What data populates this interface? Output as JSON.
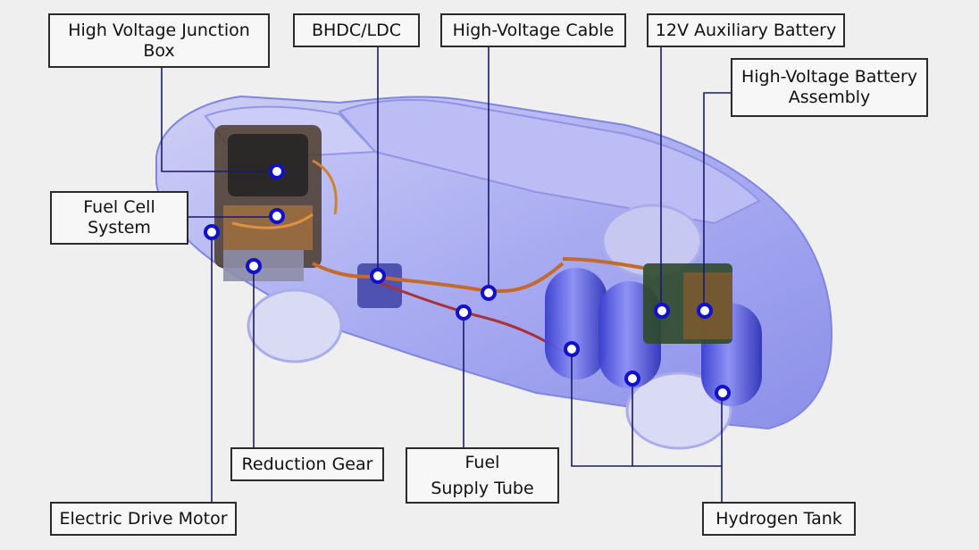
{
  "labels": {
    "hv_junction_box": [
      "High Voltage Junction",
      "Box"
    ],
    "bhdc_ldc": "BHDC/LDC",
    "hv_cable": "High-Voltage Cable",
    "aux_battery": "12V Auxiliary Battery",
    "hv_battery": [
      "High-Voltage Battery",
      "Assembly"
    ],
    "fuel_cell": [
      "Fuel Cell",
      "System"
    ],
    "reduction_gear": "Reduction Gear",
    "fuel_supply_tube": [
      "Fuel",
      "Supply Tube"
    ],
    "drive_motor": "Electric Drive Motor",
    "hydrogen_tank": "Hydrogen Tank"
  },
  "colors": {
    "car_body": "#8a8df0",
    "car_body_dark": "#4b4fd6",
    "marker_ring": "#1111cc",
    "marker_fill": "#ffffff",
    "leader_line": "#1a1a6e",
    "label_border": "#2b2b2b",
    "background": "#efefef"
  }
}
